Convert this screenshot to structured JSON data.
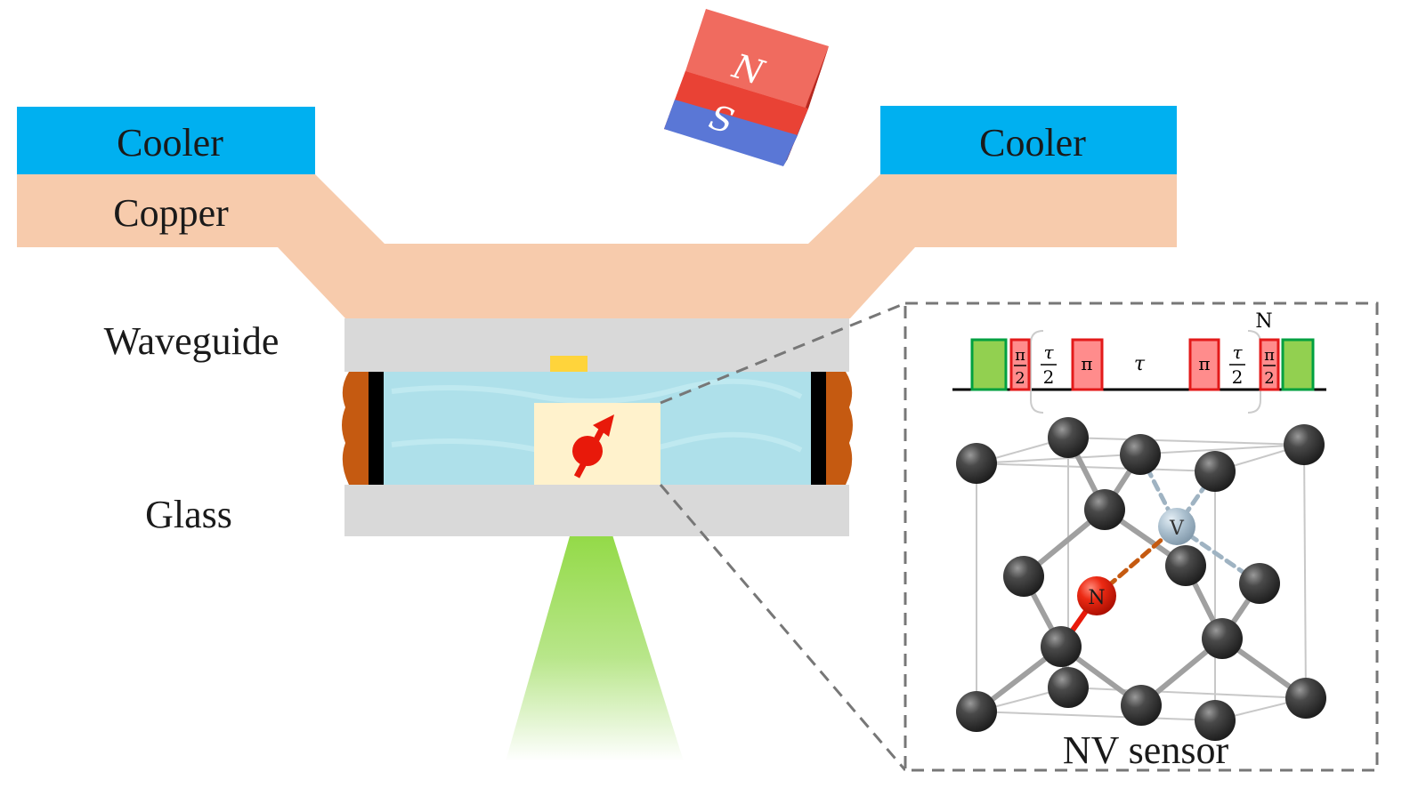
{
  "labels": {
    "cooler_left": "Cooler",
    "cooler_right": "Cooler",
    "copper": "Copper",
    "waveguide": "Waveguide",
    "glass": "Glass",
    "nv_sensor": "NV sensor",
    "magnet_north": "N",
    "magnet_south": "S"
  },
  "pulse_sequence": {
    "repeat_count": "N",
    "half_pi_left": {
      "num": "π",
      "den": "2"
    },
    "tau_half_left": {
      "num": "τ",
      "den": "2"
    },
    "pi_left": "π",
    "tau": "τ",
    "pi_right": "π",
    "tau_half_right": {
      "num": "τ",
      "den": "2"
    },
    "half_pi_right": {
      "num": "π",
      "den": "2"
    }
  },
  "lattice": {
    "nitrogen": "N",
    "vacancy": "V"
  },
  "colors": {
    "cooler": "#00B0F0",
    "copper": "#F7CBAC",
    "glass": "#D9D9D9",
    "liquid": "#AEE0EA",
    "sample": "#FFF2CC",
    "chip": "#FFD43B",
    "laser": "#7ED321",
    "magnet_north": "#E94235",
    "magnet_south": "#5A77D6",
    "pulse_green": "#92D050",
    "pulse_red": "#FF8C8C",
    "atom_carbon": "#333333",
    "atom_nitrogen": "#E8190A",
    "atom_vacancy": "#A8BDCC"
  }
}
